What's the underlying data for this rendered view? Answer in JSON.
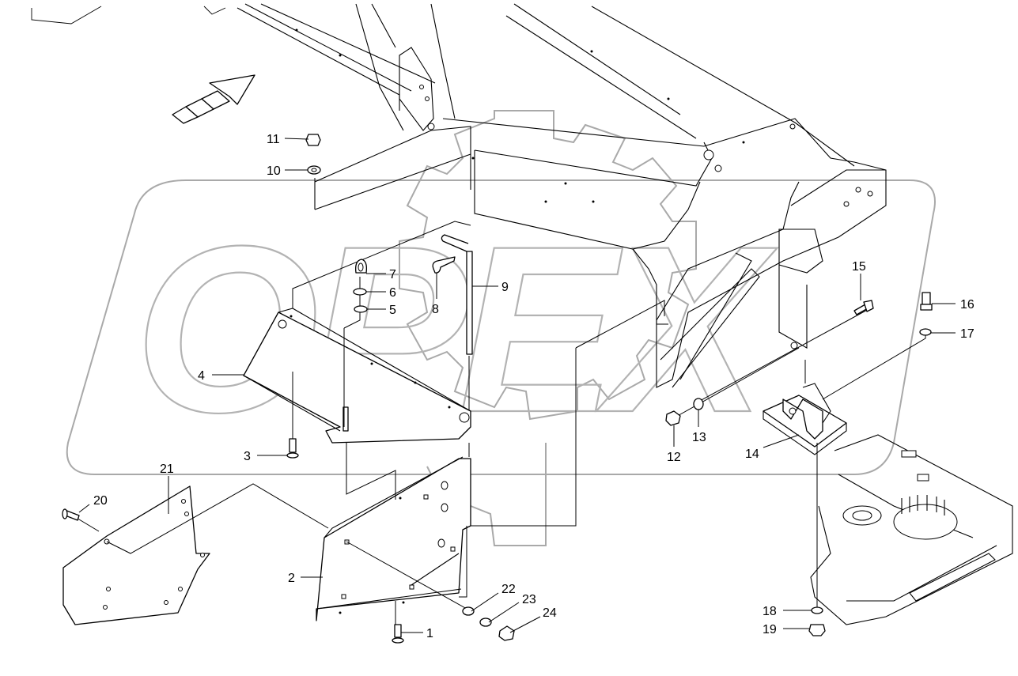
{
  "diagram": {
    "watermark": "OPEX",
    "callouts": [
      {
        "id": "1",
        "text": "1"
      },
      {
        "id": "2",
        "text": "2"
      },
      {
        "id": "3",
        "text": "3"
      },
      {
        "id": "4",
        "text": "4"
      },
      {
        "id": "5",
        "text": "5"
      },
      {
        "id": "6",
        "text": "6"
      },
      {
        "id": "7",
        "text": "7"
      },
      {
        "id": "8",
        "text": "8"
      },
      {
        "id": "9",
        "text": "9"
      },
      {
        "id": "10",
        "text": "10"
      },
      {
        "id": "11",
        "text": "11"
      },
      {
        "id": "12",
        "text": "12"
      },
      {
        "id": "13",
        "text": "13"
      },
      {
        "id": "14",
        "text": "14"
      },
      {
        "id": "15",
        "text": "15"
      },
      {
        "id": "16",
        "text": "16"
      },
      {
        "id": "17",
        "text": "17"
      },
      {
        "id": "18",
        "text": "18"
      },
      {
        "id": "19",
        "text": "19"
      },
      {
        "id": "20",
        "text": "20"
      },
      {
        "id": "21",
        "text": "21"
      },
      {
        "id": "22",
        "text": "22"
      },
      {
        "id": "23",
        "text": "23"
      },
      {
        "id": "24",
        "text": "24"
      }
    ]
  }
}
